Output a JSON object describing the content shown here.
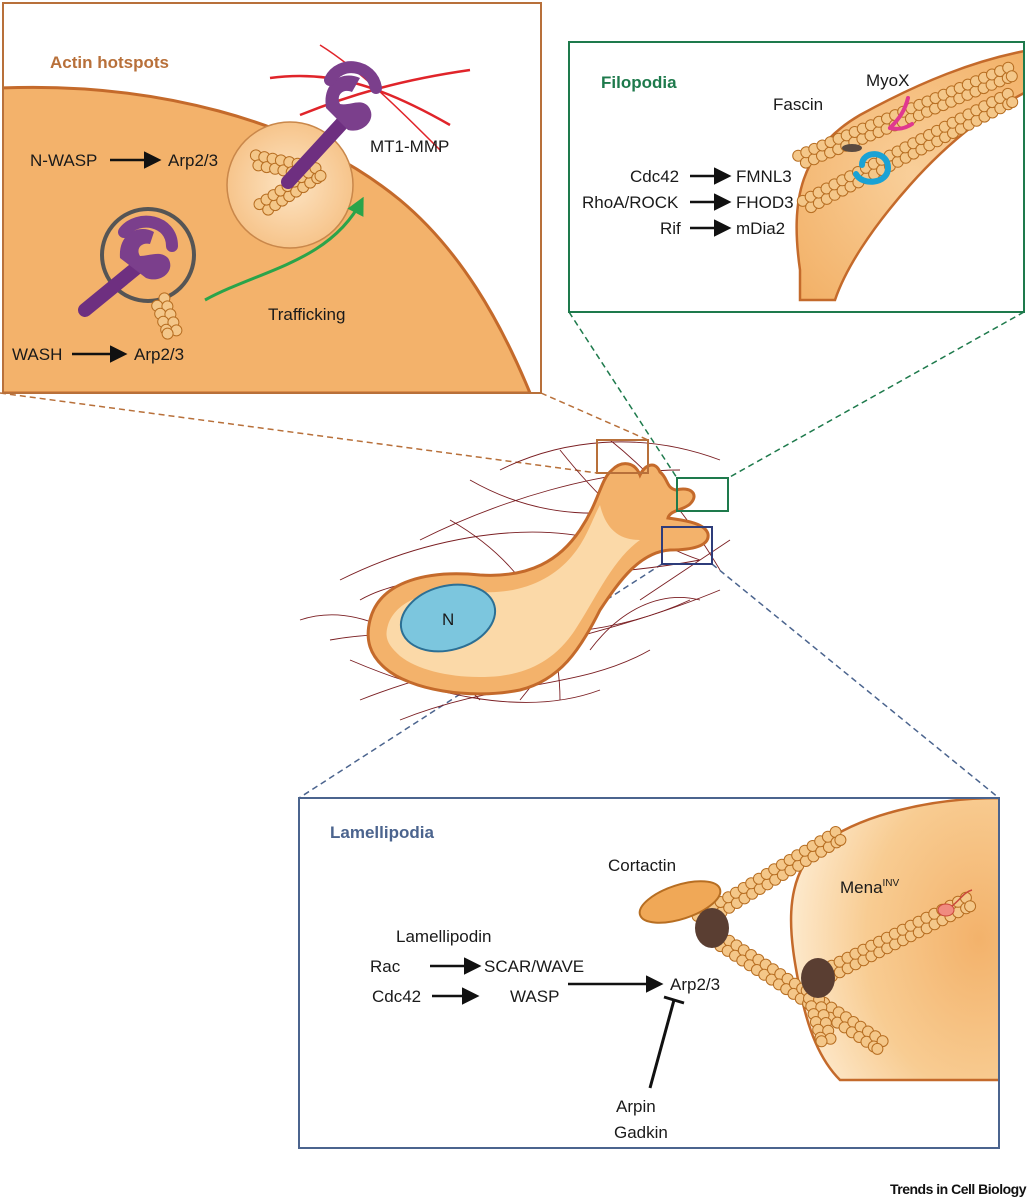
{
  "colors": {
    "cell_fill": "#f3b26b",
    "cell_light": "#fbd9a8",
    "cell_outline": "#c46a2b",
    "actin_bead": "#f4c789",
    "actin_outline": "#b76e22",
    "receptor": "#7b3f8c",
    "ecm_fiber": "#e0242a",
    "trafficking": "#2aa44a",
    "filopodia_frame": "#1e7a4c",
    "lamellipodia_frame": "#4b648e",
    "hotspot_frame": "#b8703a",
    "formin_text": "#1aa2d4",
    "myox": "#e0388f",
    "nucleus": "#7cc6de",
    "arp_complex": "#5a3e32"
  },
  "actin_hotspots": {
    "title": "Actin hotspots",
    "pathway_top": {
      "activator": "N-WASP",
      "target": "Arp2/3"
    },
    "pathway_bottom": {
      "activator": "WASH",
      "target": "Arp2/3"
    },
    "receptor_label": "MT1-MMP",
    "trafficking_label": "Trafficking"
  },
  "filopodia": {
    "title": "Filopodia",
    "bundler_label": "Fascin",
    "motor_label": "MyoX",
    "pathways": [
      {
        "activator": "Cdc42",
        "formin": "FMNL3"
      },
      {
        "activator": "RhoA/ROCK",
        "formin": "FHOD3"
      },
      {
        "activator": "Rif",
        "formin": "mDia2"
      }
    ]
  },
  "cell": {
    "nucleus_label": "N"
  },
  "lamellipodia": {
    "title": "Lamellipodia",
    "cortactin_label": "Cortactin",
    "mena_label": "Mena",
    "mena_superscript": "INV",
    "lamellipodin_label": "Lamellipodin",
    "rac_label": "Rac",
    "cdc42_label": "Cdc42",
    "scar_wave_label": "SCAR/WAVE",
    "wasp_label": "WASP",
    "arp_label": "Arp2/3",
    "inhibitor_1": "Arpin",
    "inhibitor_2": "Gadkin"
  },
  "credit": "Trends in Cell Biology"
}
